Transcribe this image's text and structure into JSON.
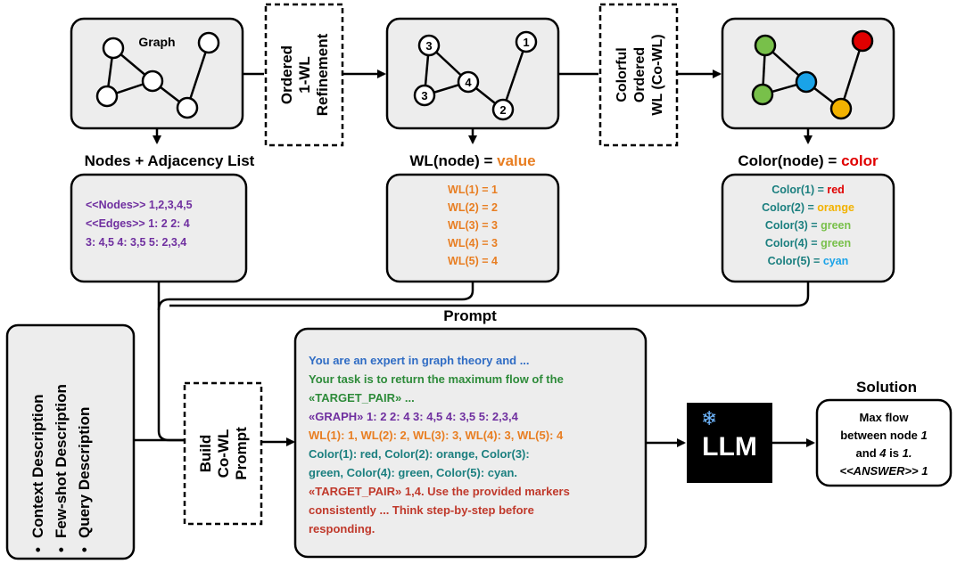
{
  "colors": {
    "purple": "#7030a0",
    "orange": "#e87e22",
    "teal": "#1b7f7f",
    "blue": "#2f6cc4",
    "green": "#2e8b3a",
    "red": "#e00000",
    "dark_red": "#c0392b",
    "node_green": "#78c04a",
    "node_cyan": "#1aa3e8",
    "node_yellow": "#f2b200",
    "node_red": "#e00000",
    "llm_bg": "#000000",
    "snowflake": "#6fb7ff"
  },
  "graph_panel": {
    "title": "Graph"
  },
  "step1": {
    "lines": [
      "Ordered",
      "1-WL",
      "Refinement"
    ]
  },
  "wl_panel": {
    "node_labels": [
      "3",
      "4",
      "3",
      "2",
      "1"
    ]
  },
  "step2": {
    "lines": [
      "Colorful",
      "Ordered",
      "WL (Co-WL)"
    ]
  },
  "headings": {
    "nodes_adj": "Nodes + Adjacency List",
    "wl_prefix": "WL(node) = ",
    "wl_value": "value",
    "color_prefix": "Color(node) = ",
    "color_value": "color"
  },
  "adjacency": {
    "line1_tag": "<<Nodes>>",
    "line1_val": " 1,2,3,4,5",
    "line2_tag": "<<Edges>>",
    "line2_val": " 1: 2   2: 4",
    "line3": "3: 4,5   4: 3,5   5: 2,3,4"
  },
  "wl_values": [
    "WL(1) = 1",
    "WL(2) = 2",
    "WL(3) = 3",
    "WL(4) = 3",
    "WL(5) = 4"
  ],
  "color_values": [
    {
      "key": "Color(1) = ",
      "val": "red"
    },
    {
      "key": "Color(2) = ",
      "val": "orange"
    },
    {
      "key": "Color(3) = ",
      "val": "green"
    },
    {
      "key": "Color(4) = ",
      "val": "green"
    },
    {
      "key": "Color(5) = ",
      "val": "cyan"
    }
  ],
  "descriptions": [
    "Context Description",
    "Few-shot Description",
    "Query  Description"
  ],
  "bullet": "•",
  "build": {
    "lines": [
      "Build",
      "Co-WL",
      "Prompt"
    ]
  },
  "prompt": {
    "heading": "Prompt",
    "l1": "You are an expert in graph theory and ...",
    "l2": "Your task is to return the maximum flow of the",
    "l3": "«TARGET_PAIR» ...",
    "l4": "«GRAPH» 1: 2   2: 4   3: 4,5   4: 3,5   5: 2,3,4",
    "l5": "WL(1): 1, WL(2): 2, WL(3): 3, WL(4): 3, WL(5): 4",
    "l6": "Color(1):   red,   Color(2):   orange,   Color(3):",
    "l7": "green, Color(4): green, Color(5): cyan.",
    "l8": "«TARGET_PAIR» 1,4. Use the provided markers",
    "l9": "consistently  ...  Think  step-by-step  before",
    "l10": "responding."
  },
  "llm": {
    "label": "LLM",
    "snowflake": "❄"
  },
  "solution": {
    "heading": "Solution",
    "l1": "Max flow",
    "l2a": "between node ",
    "l2b": "1",
    "l3a": "and ",
    "l3b": "4",
    "l3c": " is ",
    "l3d": "1.",
    "l4": "<<ANSWER>> 1"
  }
}
